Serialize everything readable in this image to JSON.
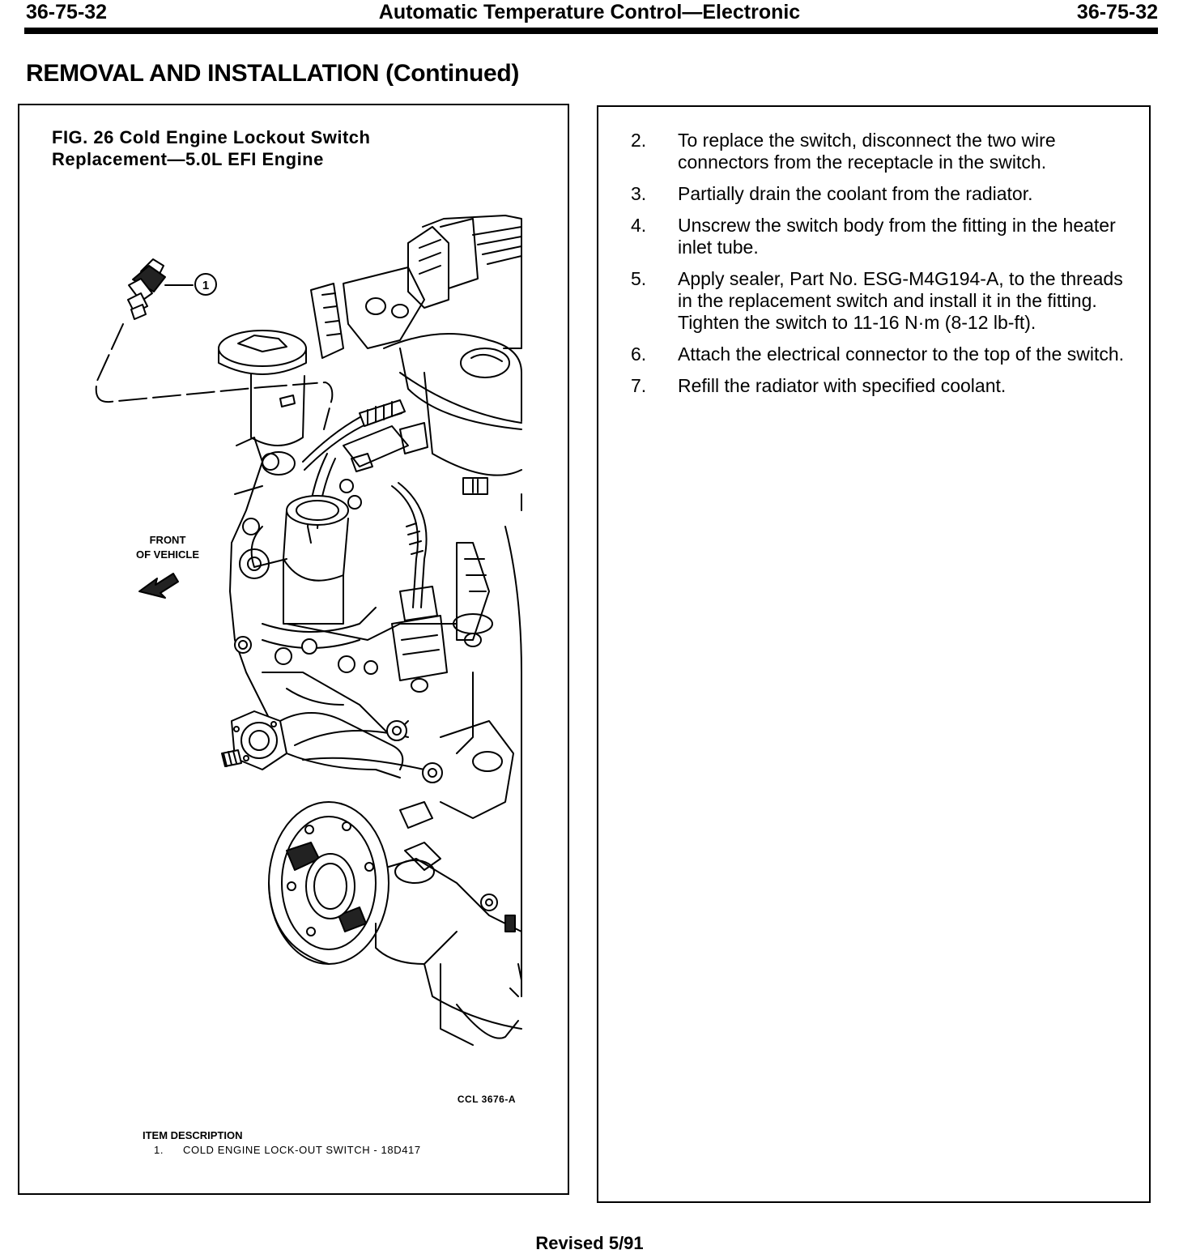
{
  "header": {
    "page_left": "36-75-32",
    "title": "Automatic Temperature Control—Electronic",
    "page_right": "36-75-32"
  },
  "section_title": "REMOVAL AND INSTALLATION (Continued)",
  "figure": {
    "caption_line1": "FIG. 26 Cold Engine Lockout Switch",
    "caption_line2": "Replacement—5.0L EFI Engine",
    "callout": "1",
    "front_label_line1": "FRONT",
    "front_label_line2": "OF VEHICLE",
    "ccl": "CCL 3676-A",
    "legend_header": "ITEM  DESCRIPTION",
    "legend_items": [
      {
        "num": "1.",
        "desc": "COLD ENGINE LOCK-OUT SWITCH - 18D417"
      }
    ]
  },
  "steps": [
    {
      "num": "2.",
      "text": "To replace the switch, disconnect the two wire connectors from the receptacle in the switch."
    },
    {
      "num": "3.",
      "text": "Partially drain the coolant from the radiator."
    },
    {
      "num": "4.",
      "text": "Unscrew the switch body from the fitting in the heater inlet tube."
    },
    {
      "num": "5.",
      "text": "Apply sealer, Part No. ESG-M4G194-A, to the threads in the replacement switch and install it in the fitting. Tighten the switch to 11-16 N·m (8-12 lb-ft)."
    },
    {
      "num": "6.",
      "text": "Attach the electrical connector to the top of the switch."
    },
    {
      "num": "7.",
      "text": "Refill the radiator with specified coolant."
    }
  ],
  "footer": "Revised 5/91"
}
